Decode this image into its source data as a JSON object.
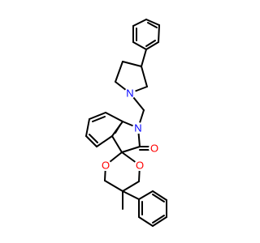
{
  "molecule": {
    "atom_labels": {
      "n_pyrrolidine": "N",
      "n_indole": "N",
      "o_carbonyl": "O",
      "o_ring_left": "O",
      "o_ring_right": "O"
    },
    "colors": {
      "bond": "#000000",
      "nitrogen": "#0000ff",
      "oxygen": "#ff0000",
      "background": "#ffffff"
    }
  }
}
